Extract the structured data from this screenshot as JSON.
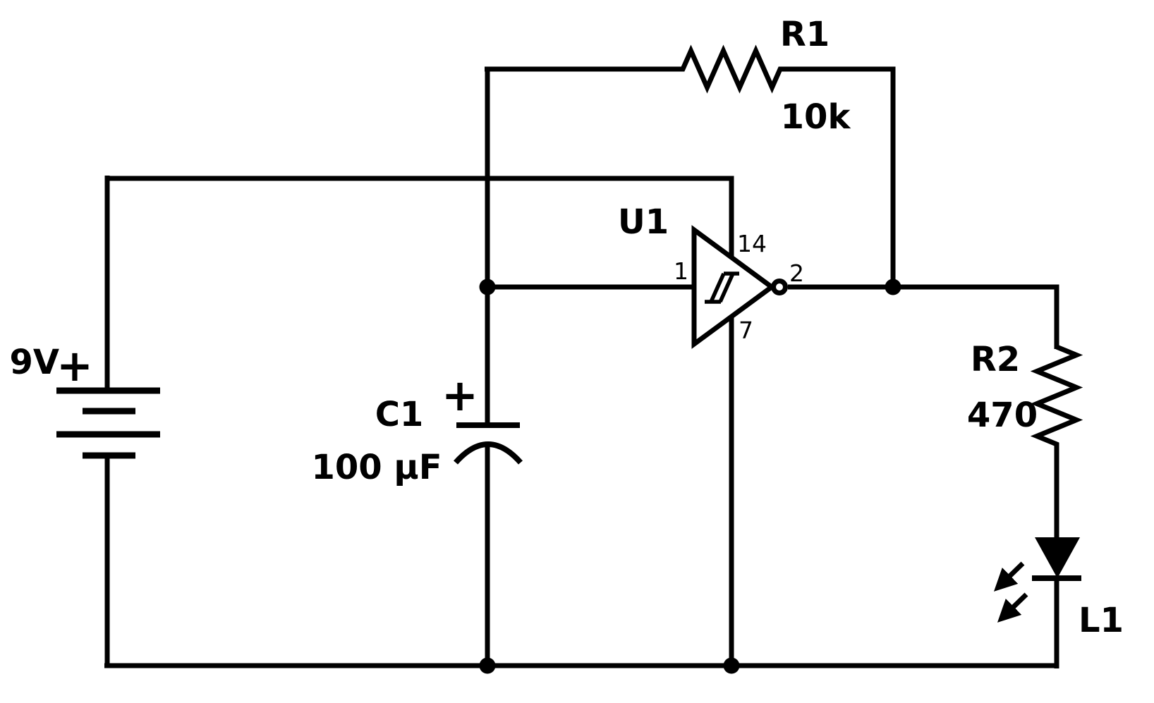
{
  "schematic": {
    "description": "Schmitt trigger inverter LED blinker circuit",
    "colors": {
      "line": "#000000",
      "background": "#ffffff"
    },
    "battery": {
      "value": "9V",
      "polarity": "+"
    },
    "r1": {
      "ref": "R1",
      "value": "10k"
    },
    "r2": {
      "ref": "R2",
      "value": "470"
    },
    "c1": {
      "ref": "C1",
      "value": "100 µF",
      "polarity": "+"
    },
    "u1": {
      "ref": "U1",
      "pin_input": "1",
      "pin_output": "2",
      "pin_vcc": "14",
      "pin_gnd": "7"
    },
    "led": {
      "ref": "L1"
    }
  }
}
